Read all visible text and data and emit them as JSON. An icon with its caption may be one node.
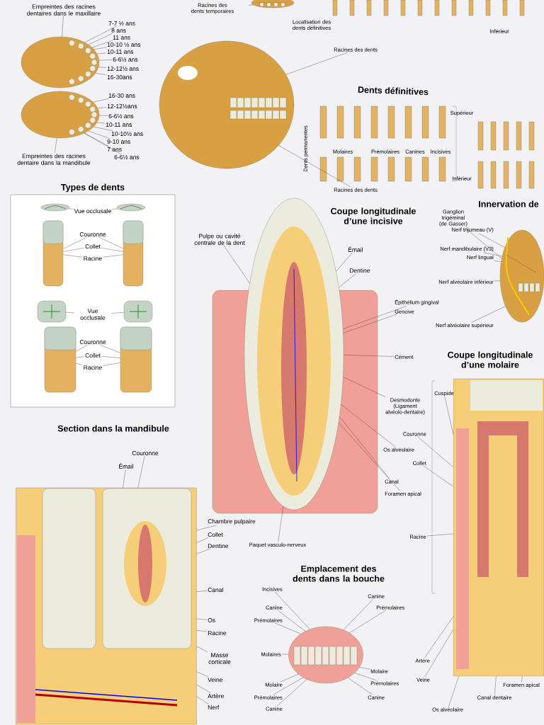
{
  "diagram": {
    "nodes": [
      {
        "text": [],
        "shape": "picture"
      },
      {
        "text": [],
        "shape": "picture"
      },
      {
        "text": [
          "Empreintes des racines dentaires dans le maxillaire"
        ]
      },
      {
        "text": [
          "7-7 ½ ans"
        ]
      },
      {
        "text": [
          "8 ans"
        ]
      },
      {
        "text": [
          "11 ans"
        ]
      },
      {
        "text": [
          "10-10 ½ ans"
        ]
      },
      {
        "text": [
          "10-11 ans"
        ]
      },
      {
        "text": [
          "6-6½ ans"
        ]
      },
      {
        "text": [
          "12-12½ ans"
        ]
      },
      {
        "text": [
          "16-30ans"
        ]
      },
      {
        "text": [
          "16-30 ans"
        ]
      },
      {
        "text": [
          "12-12½ans"
        ]
      },
      {
        "text": [
          "6-6½ ans"
        ]
      },
      {
        "text": [
          "10-11 ans"
        ]
      },
      {
        "text": [
          "10-10½ ans"
        ]
      },
      {
        "text": [
          "9-10 ans"
        ]
      },
      {
        "text": [
          "7 ans"
        ]
      },
      {
        "text": [
          "6-6½ ans"
        ]
      },
      {
        "text": [
          "Empreintes des racines dentaire dans la mandibule"
        ]
      },
      {
        "text": [],
        "shape": "picture"
      },
      {
        "text": [
          "Racines des dents temporaires"
        ]
      },
      {
        "text": [],
        "shape": "picture"
      },
      {
        "text": [
          "Racines des dents"
        ]
      },
      {
        "text": [
          "Racines des dents"
        ]
      },
      {
        "text": [
          "Types de dents"
        ]
      },
      {
        "text": [],
        "shape": "picture",
        "in": 25
      },
      {
        "text": [],
        "shape": "picture",
        "in": 25
      },
      {
        "text": [],
        "shape": "picture",
        "in": 25
      },
      {
        "text": [],
        "shape": "picture",
        "in": 25
      },
      {
        "text": [
          "Vue occlusale"
        ],
        "in": 25
      },
      {
        "text": [
          "Couronne"
        ],
        "in": 25
      },
      {
        "text": [
          "Collet"
        ],
        "in": 25
      },
      {
        "text": [
          "Racine"
        ],
        "in": 25
      },
      {
        "text": [],
        "shape": "picture",
        "in": 25
      },
      {
        "text": [],
        "shape": "picture",
        "in": 25
      },
      {
        "text": [],
        "shape": "picture",
        "in": 25
      },
      {
        "text": [],
        "shape": "picture",
        "in": 25
      },
      {
        "text": [
          "Vue occlusale"
        ],
        "in": 25
      },
      {
        "text": [
          "Couronne"
        ],
        "in": 25
      },
      {
        "text": [
          "Collet"
        ],
        "in": 25
      },
      {
        "text": [
          "Racine"
        ],
        "in": 25
      },
      {
        "text": [],
        "shape": "picture"
      },
      {
        "text": [
          "Pulpe ou cavité centrale de la dent"
        ]
      },
      {
        "text": [
          "Émail"
        ]
      },
      {
        "text": [
          "Dentine"
        ]
      },
      {
        "text": [
          "Épithélium gingival"
        ]
      },
      {
        "text": [
          "Gencive"
        ]
      },
      {
        "text": [
          "Cément"
        ]
      },
      {
        "text": [
          "Desmodonte (Ligament alvéolo-dentaire)"
        ]
      },
      {
        "text": [
          "Os alvéolaire"
        ]
      },
      {
        "text": [
          "Canal"
        ]
      },
      {
        "text": [
          "Foramen apical"
        ]
      },
      {
        "text": [
          "Paquet vasculo-nerveux"
        ]
      },
      {
        "text": [],
        "shape": "picture"
      },
      {
        "text": [
          "Ganglion trigéminal (de Gasser)"
        ]
      },
      {
        "text": [
          "Nerf trijumeau (V)"
        ]
      },
      {
        "text": [
          "Nerf mandibulaire (V3)"
        ]
      },
      {
        "text": [
          "Nerf lingual"
        ]
      },
      {
        "text": [
          "Nerf alvéolaire inférieur"
        ]
      },
      {
        "text": [
          "Nerf alvéolaire supérieur"
        ]
      },
      {
        "text": [],
        "shape": "picture"
      },
      {
        "text": [
          "Cuspide"
        ]
      },
      {
        "text": [
          "Couronne"
        ]
      },
      {
        "text": [
          "Collet"
        ]
      },
      {
        "text": [
          "Racine"
        ]
      },
      {
        "text": [
          "Artère"
        ]
      },
      {
        "text": [
          "Veine"
        ]
      },
      {
        "text": [
          "Os alvéolaire"
        ]
      },
      {
        "text": [
          "Canal dentaire"
        ]
      },
      {
        "text": [
          "Foramen apical"
        ]
      },
      {
        "text": [],
        "shape": "picture"
      },
      {
        "text": [
          "Couronne"
        ]
      },
      {
        "text": [
          "Émail"
        ]
      },
      {
        "text": [
          "Chambre pulpaire"
        ]
      },
      {
        "text": [
          "Collet"
        ]
      },
      {
        "text": [
          "Dentine"
        ]
      },
      {
        "text": [
          "Canal"
        ]
      },
      {
        "text": [
          "Os"
        ]
      },
      {
        "text": [
          "Racine"
        ]
      },
      {
        "text": [
          "Masse corticale"
        ]
      },
      {
        "text": [
          "Veine"
        ]
      },
      {
        "text": [
          "Artère"
        ]
      },
      {
        "text": [
          "Nerf"
        ]
      },
      {
        "text": [],
        "shape": "picture"
      },
      {
        "text": [
          "Incisives"
        ]
      },
      {
        "text": [
          "Canine"
        ]
      },
      {
        "text": [
          "Prémolaires"
        ]
      },
      {
        "text": [
          "Molaires"
        ]
      },
      {
        "text": [
          "Molaire"
        ]
      },
      {
        "text": [
          "Prémolaires"
        ]
      },
      {
        "text": [
          "Canine"
        ]
      },
      {
        "text": [
          "Canine"
        ]
      },
      {
        "text": [
          "Prémolaires"
        ]
      },
      {
        "text": [
          "Molaire"
        ]
      },
      {
        "text": [
          "Prémolaires"
        ]
      },
      {
        "text": [
          "Canine"
        ]
      }
    ],
    "edges": [
      {
        "from": 2,
        "to": 0,
        "arrow": "none"
      },
      {
        "from": 3,
        "to": 0,
        "arrow": "none"
      },
      {
        "from": 4,
        "to": 0,
        "arrow": "none"
      },
      {
        "from": 5,
        "to": 0,
        "arrow": "none"
      },
      {
        "from": 6,
        "to": 0,
        "arrow": "none"
      },
      {
        "from": 7,
        "to": 0,
        "arrow": "none"
      },
      {
        "from": 8,
        "to": 0,
        "arrow": "none"
      },
      {
        "from": 9,
        "to": 0,
        "arrow": "none"
      },
      {
        "from": 10,
        "to": 0,
        "arrow": "none"
      },
      {
        "from": 11,
        "to": 1,
        "arrow": "none"
      },
      {
        "from": 12,
        "to": 1,
        "arrow": "none"
      },
      {
        "from": 13,
        "to": 1,
        "arrow": "none"
      },
      {
        "from": 14,
        "to": 1,
        "arrow": "none"
      },
      {
        "from": 15,
        "to": 1,
        "arrow": "none"
      },
      {
        "from": 16,
        "to": 1,
        "arrow": "none"
      },
      {
        "from": 17,
        "to": 1,
        "arrow": "none"
      },
      {
        "from": 18,
        "to": 1,
        "arrow": "none"
      },
      {
        "from": 19,
        "to": 1,
        "arrow": "none"
      },
      {
        "from": 21,
        "to": 22,
        "arrow": "none"
      },
      {
        "from": 23,
        "to": 20,
        "arrow": "none"
      },
      {
        "from": 24,
        "to": 20,
        "arrow": "none"
      },
      {
        "from": 30,
        "to": 26,
        "arrow": "none"
      },
      {
        "from": 30,
        "to": 27,
        "arrow": "none"
      },
      {
        "from": 31,
        "to": 28,
        "arrow": "none"
      },
      {
        "from": 31,
        "to": 29,
        "arrow": "none"
      },
      {
        "from": 32,
        "to": 28,
        "arrow": "none"
      },
      {
        "from": 32,
        "to": 29,
        "arrow": "none"
      },
      {
        "from": 33,
        "to": 28,
        "arrow": "none"
      },
      {
        "from": 33,
        "to": 29,
        "arrow": "none"
      },
      {
        "from": 38,
        "to": 34,
        "arrow": "none"
      },
      {
        "from": 38,
        "to": 35,
        "arrow": "none"
      },
      {
        "from": 39,
        "to": 36,
        "arrow": "none"
      },
      {
        "from": 39,
        "to": 37,
        "arrow": "none"
      },
      {
        "from": 40,
        "to": 36,
        "arrow": "none"
      },
      {
        "from": 40,
        "to": 37,
        "arrow": "none"
      },
      {
        "from": 41,
        "to": 36,
        "arrow": "none"
      },
      {
        "from": 41,
        "to": 37,
        "arrow": "none"
      },
      {
        "from": 43,
        "to": 42,
        "arrow": "none"
      },
      {
        "from": 44,
        "to": 42,
        "arrow": "none"
      },
      {
        "from": 45,
        "to": 42,
        "arrow": "none"
      },
      {
        "from": 46,
        "to": 42,
        "arrow": "none"
      },
      {
        "from": 47,
        "to": 42,
        "arrow": "none"
      },
      {
        "from": 48,
        "to": 42,
        "arrow": "none"
      },
      {
        "from": 49,
        "to": 42,
        "arrow": "none"
      },
      {
        "from": 50,
        "to": 42,
        "arrow": "none"
      },
      {
        "from": 51,
        "to": 42,
        "arrow": "none"
      },
      {
        "from": 52,
        "to": 42,
        "arrow": "none"
      },
      {
        "from": 53,
        "to": 42,
        "arrow": "none"
      },
      {
        "from": 55,
        "to": 54,
        "arrow": "none"
      },
      {
        "from": 56,
        "to": 54,
        "arrow": "none"
      },
      {
        "from": 57,
        "to": 54,
        "arrow": "none"
      },
      {
        "from": 58,
        "to": 54,
        "arrow": "none"
      },
      {
        "from": 59,
        "to": 54,
        "arrow": "none"
      },
      {
        "from": 60,
        "to": 54,
        "arrow": "none"
      },
      {
        "from": 62,
        "to": 61,
        "arrow": "none"
      },
      {
        "from": 63,
        "to": 61,
        "arrow": "none"
      },
      {
        "from": 64,
        "to": 61,
        "arrow": "none"
      },
      {
        "from": 65,
        "to": 61,
        "arrow": "none"
      },
      {
        "from": 66,
        "to": 61,
        "arrow": "none"
      },
      {
        "from": 67,
        "to": 61,
        "arrow": "none"
      },
      {
        "from": 68,
        "to": 61,
        "arrow": "none"
      },
      {
        "from": 69,
        "to": 61,
        "arrow": "none"
      },
      {
        "from": 70,
        "to": 61,
        "arrow": "none"
      },
      {
        "from": 72,
        "to": 71,
        "arrow": "none"
      },
      {
        "from": 73,
        "to": 71,
        "arrow": "none"
      },
      {
        "from": 74,
        "to": 71,
        "arrow": "none"
      },
      {
        "from": 75,
        "to": 71,
        "arrow": "none"
      },
      {
        "from": 76,
        "to": 71,
        "arrow": "none"
      },
      {
        "from": 77,
        "to": 71,
        "arrow": "none"
      },
      {
        "from": 78,
        "to": 71,
        "arrow": "none"
      },
      {
        "from": 79,
        "to": 71,
        "arrow": "none"
      },
      {
        "from": 80,
        "to": 71,
        "arrow": "none"
      },
      {
        "from": 81,
        "to": 71,
        "arrow": "none"
      },
      {
        "from": 82,
        "to": 71,
        "arrow": "none"
      },
      {
        "from": 83,
        "to": 71,
        "arrow": "none"
      },
      {
        "from": 85,
        "to": 84,
        "arrow": "none"
      },
      {
        "from": 86,
        "to": 84,
        "arrow": "none"
      },
      {
        "from": 87,
        "to": 84,
        "arrow": "none"
      },
      {
        "from": 88,
        "to": 84,
        "arrow": "none"
      },
      {
        "from": 89,
        "to": 84,
        "arrow": "none"
      },
      {
        "from": 90,
        "to": 84,
        "arrow": "none"
      },
      {
        "from": 91,
        "to": 84,
        "arrow": "none"
      },
      {
        "from": 92,
        "to": 84,
        "arrow": "none"
      },
      {
        "from": 93,
        "to": 84,
        "arrow": "none"
      },
      {
        "from": 94,
        "to": 84,
        "arrow": "none"
      },
      {
        "from": 95,
        "to": 84,
        "arrow": "none"
      },
      {
        "from": 96,
        "to": 84,
        "arrow": "none"
      }
    ],
    "labels": [
      "Localisation des dents définitives",
      "Inférieur",
      "Dents définitives",
      "Supérieur",
      "Dents permanentes",
      "Molaires",
      "Prémolaires",
      "Canines",
      "Incisives",
      "Inférieur",
      "Coupe longitudinale d’une incisive",
      "Innervation de",
      "Coupe longitudinale d’une molaire",
      "Section dans la mandibule",
      "Emplacement des dents dans la bouche"
    ]
  }
}
